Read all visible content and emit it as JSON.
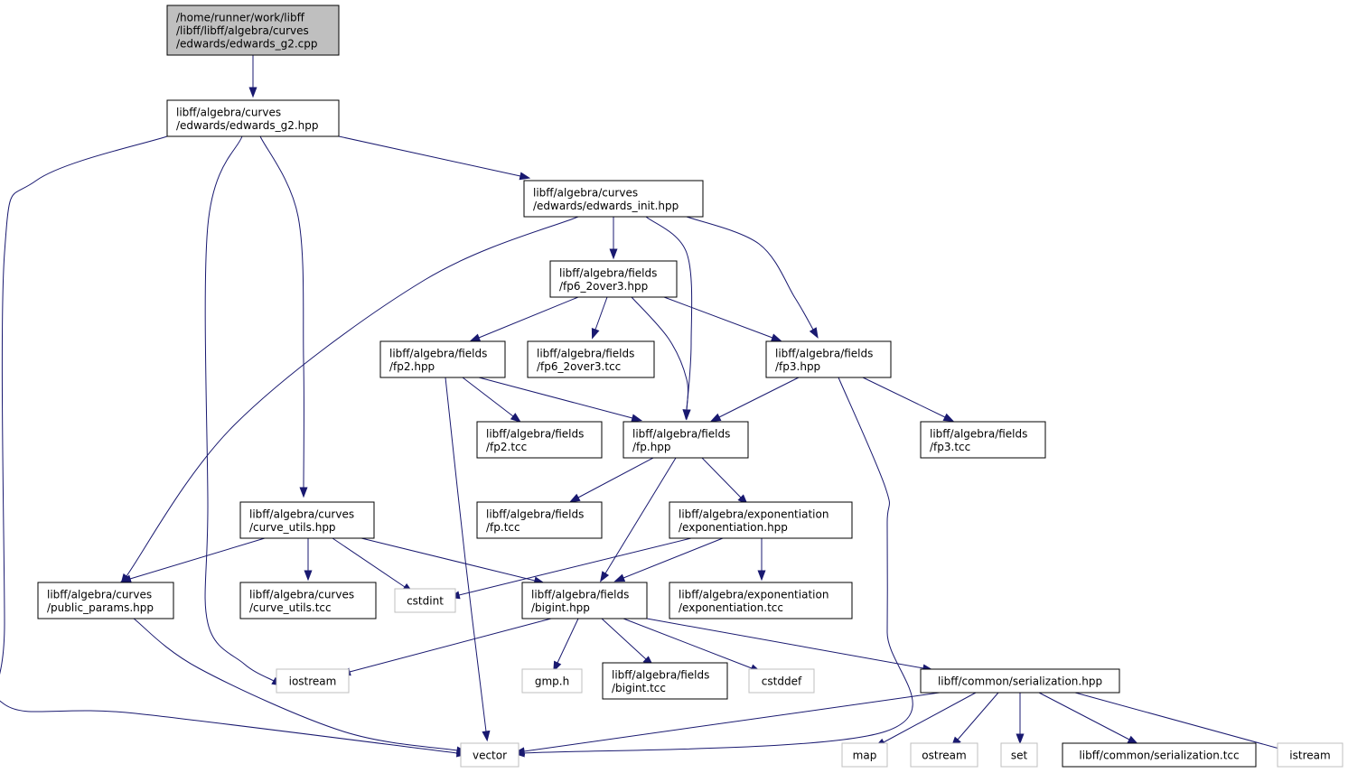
{
  "diagram": {
    "colors": {
      "edge": "#191970",
      "root_fill": "#bfbfbf",
      "node_border": "#000000",
      "external_border": "#bfbfbf",
      "text": "#000000"
    },
    "nodes": [
      {
        "id": "root",
        "lines": [
          "/home/runner/work/libff",
          "/libff/libff/algebra/curves",
          "/edwards/edwards_g2.cpp"
        ],
        "style": "root"
      },
      {
        "id": "edwards_g2_hpp",
        "lines": [
          "libff/algebra/curves",
          "/edwards/edwards_g2.hpp"
        ],
        "style": "normal"
      },
      {
        "id": "edwards_init_hpp",
        "lines": [
          "libff/algebra/curves",
          "/edwards/edwards_init.hpp"
        ],
        "style": "normal"
      },
      {
        "id": "fp6_2over3_hpp",
        "lines": [
          "libff/algebra/fields",
          "/fp6_2over3.hpp"
        ],
        "style": "normal"
      },
      {
        "id": "fp2_hpp",
        "lines": [
          "libff/algebra/fields",
          "/fp2.hpp"
        ],
        "style": "normal"
      },
      {
        "id": "fp6_2over3_tcc",
        "lines": [
          "libff/algebra/fields",
          "/fp6_2over3.tcc"
        ],
        "style": "normal"
      },
      {
        "id": "fp3_hpp",
        "lines": [
          "libff/algebra/fields",
          "/fp3.hpp"
        ],
        "style": "normal"
      },
      {
        "id": "fp2_tcc",
        "lines": [
          "libff/algebra/fields",
          "/fp2.tcc"
        ],
        "style": "normal"
      },
      {
        "id": "fp_hpp",
        "lines": [
          "libff/algebra/fields",
          "/fp.hpp"
        ],
        "style": "normal"
      },
      {
        "id": "fp3_tcc",
        "lines": [
          "libff/algebra/fields",
          "/fp3.tcc"
        ],
        "style": "normal"
      },
      {
        "id": "curve_utils_hpp",
        "lines": [
          "libff/algebra/curves",
          "/curve_utils.hpp"
        ],
        "style": "normal"
      },
      {
        "id": "fp_tcc",
        "lines": [
          "libff/algebra/fields",
          "/fp.tcc"
        ],
        "style": "normal"
      },
      {
        "id": "exponentiation_hpp",
        "lines": [
          "libff/algebra/exponentiation",
          "/exponentiation.hpp"
        ],
        "style": "normal"
      },
      {
        "id": "public_params_hpp",
        "lines": [
          "libff/algebra/curves",
          "/public_params.hpp"
        ],
        "style": "normal"
      },
      {
        "id": "curve_utils_tcc",
        "lines": [
          "libff/algebra/curves",
          "/curve_utils.tcc"
        ],
        "style": "normal"
      },
      {
        "id": "cstdint",
        "lines": [
          "cstdint"
        ],
        "style": "external"
      },
      {
        "id": "bigint_hpp",
        "lines": [
          "libff/algebra/fields",
          "/bigint.hpp"
        ],
        "style": "normal"
      },
      {
        "id": "exponentiation_tcc",
        "lines": [
          "libff/algebra/exponentiation",
          "/exponentiation.tcc"
        ],
        "style": "normal"
      },
      {
        "id": "iostream",
        "lines": [
          "iostream"
        ],
        "style": "external"
      },
      {
        "id": "gmp_h",
        "lines": [
          "gmp.h"
        ],
        "style": "external"
      },
      {
        "id": "bigint_tcc",
        "lines": [
          "libff/algebra/fields",
          "/bigint.tcc"
        ],
        "style": "normal"
      },
      {
        "id": "cstddef",
        "lines": [
          "cstddef"
        ],
        "style": "external"
      },
      {
        "id": "serialization_hpp",
        "lines": [
          "libff/common/serialization.hpp"
        ],
        "style": "normal"
      },
      {
        "id": "vector",
        "lines": [
          "vector"
        ],
        "style": "external"
      },
      {
        "id": "map",
        "lines": [
          "map"
        ],
        "style": "external"
      },
      {
        "id": "ostream",
        "lines": [
          "ostream"
        ],
        "style": "external"
      },
      {
        "id": "set",
        "lines": [
          "set"
        ],
        "style": "external"
      },
      {
        "id": "serialization_tcc",
        "lines": [
          "libff/common/serialization.tcc"
        ],
        "style": "normal"
      },
      {
        "id": "istream",
        "lines": [
          "istream"
        ],
        "style": "external"
      }
    ],
    "edges": [
      [
        "root",
        "edwards_g2_hpp"
      ],
      [
        "edwards_g2_hpp",
        "edwards_init_hpp"
      ],
      [
        "edwards_g2_hpp",
        "curve_utils_hpp"
      ],
      [
        "edwards_g2_hpp",
        "iostream"
      ],
      [
        "edwards_g2_hpp",
        "vector"
      ],
      [
        "edwards_init_hpp",
        "fp6_2over3_hpp"
      ],
      [
        "edwards_init_hpp",
        "fp_hpp"
      ],
      [
        "edwards_init_hpp",
        "fp3_hpp"
      ],
      [
        "edwards_init_hpp",
        "public_params_hpp"
      ],
      [
        "fp6_2over3_hpp",
        "fp2_hpp"
      ],
      [
        "fp6_2over3_hpp",
        "fp6_2over3_tcc"
      ],
      [
        "fp6_2over3_hpp",
        "fp_hpp"
      ],
      [
        "fp6_2over3_hpp",
        "fp3_hpp"
      ],
      [
        "fp2_hpp",
        "fp2_tcc"
      ],
      [
        "fp2_hpp",
        "fp_hpp"
      ],
      [
        "fp2_hpp",
        "vector"
      ],
      [
        "fp3_hpp",
        "fp_hpp"
      ],
      [
        "fp3_hpp",
        "fp3_tcc"
      ],
      [
        "fp3_hpp",
        "vector"
      ],
      [
        "fp_hpp",
        "fp_tcc"
      ],
      [
        "fp_hpp",
        "exponentiation_hpp"
      ],
      [
        "fp_hpp",
        "bigint_hpp"
      ],
      [
        "exponentiation_hpp",
        "cstdint"
      ],
      [
        "exponentiation_hpp",
        "bigint_hpp"
      ],
      [
        "exponentiation_hpp",
        "exponentiation_tcc"
      ],
      [
        "curve_utils_hpp",
        "public_params_hpp"
      ],
      [
        "curve_utils_hpp",
        "curve_utils_tcc"
      ],
      [
        "curve_utils_hpp",
        "cstdint"
      ],
      [
        "curve_utils_hpp",
        "bigint_hpp"
      ],
      [
        "public_params_hpp",
        "vector"
      ],
      [
        "bigint_hpp",
        "iostream"
      ],
      [
        "bigint_hpp",
        "gmp_h"
      ],
      [
        "bigint_hpp",
        "bigint_tcc"
      ],
      [
        "bigint_hpp",
        "cstddef"
      ],
      [
        "bigint_hpp",
        "serialization_hpp"
      ],
      [
        "serialization_hpp",
        "vector"
      ],
      [
        "serialization_hpp",
        "map"
      ],
      [
        "serialization_hpp",
        "ostream"
      ],
      [
        "serialization_hpp",
        "set"
      ],
      [
        "serialization_hpp",
        "serialization_tcc"
      ],
      [
        "serialization_hpp",
        "istream"
      ]
    ]
  }
}
